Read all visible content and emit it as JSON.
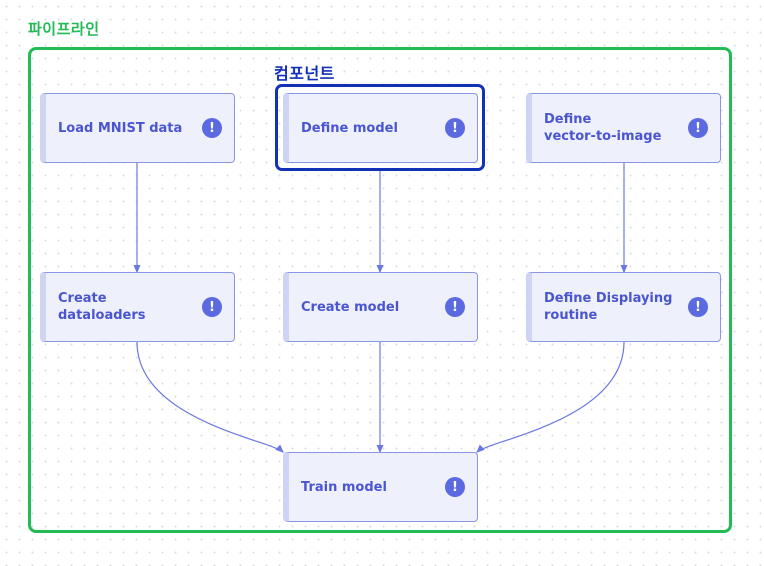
{
  "labels": {
    "pipeline": "파이프라인",
    "component": "컴포넌트"
  },
  "nodes": {
    "load_mnist": {
      "label": "Load MNIST data",
      "icon": "exclamation-icon"
    },
    "define_model": {
      "label": "Define model",
      "icon": "exclamation-icon"
    },
    "define_vector": {
      "label": "Define\nvector-to-image",
      "icon": "exclamation-icon"
    },
    "create_dataloaders": {
      "label": "Create\ndataloaders",
      "icon": "exclamation-icon"
    },
    "create_model": {
      "label": "Create model",
      "icon": "exclamation-icon"
    },
    "define_display": {
      "label": "Define Displaying\nroutine",
      "icon": "exclamation-icon"
    },
    "train_model": {
      "label": "Train model",
      "icon": "exclamation-icon"
    }
  },
  "warning_glyph": "!",
  "colors": {
    "pipeline_border": "#22bb55",
    "component_highlight": "#1230b8",
    "node_text": "#4a55d0",
    "edge": "#6b78e0"
  }
}
